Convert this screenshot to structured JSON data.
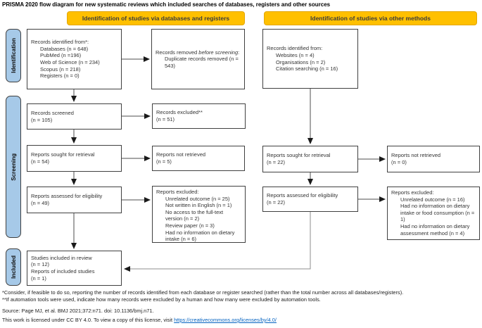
{
  "title": "PRISMA 2020 flow diagram for new systematic reviews which included searches of databases, registers and other sources",
  "headers": [
    {
      "label": "Identification of studies via databases and registers"
    },
    {
      "label": "Identification of studies via other methods"
    }
  ],
  "sidebar": [
    {
      "label": "Identification"
    },
    {
      "label": "Screening"
    },
    {
      "label": "Included"
    }
  ],
  "boxes": {
    "identified_db": {
      "header": "Records identified from*:",
      "items": [
        "Databases (n = 648)",
        "PubMed (n =196)",
        "Web of Science (n = 234)",
        "Scopus (n = 218)",
        "Registers (n = 0)"
      ]
    },
    "removed": {
      "prefix": "Records removed ",
      "italic": "before screening",
      "suffix": ":",
      "item": "Duplicate records removed (n = 543)"
    },
    "identified_other": {
      "header": "Records identified from:",
      "items": [
        "Websites (n = 4)",
        "Organisations (n = 2)",
        "Citation searching (n = 16)"
      ]
    },
    "screened": {
      "line1": "Records screened",
      "line2": "(n = 105)"
    },
    "excluded_records": {
      "line1": "Records excluded**",
      "line2": "(n = 51)"
    },
    "sought_db": {
      "line1": "Reports sought for retrieval",
      "line2": "(n = 54)"
    },
    "not_retrieved_db": {
      "line1": "Reports not retrieved",
      "line2": "(n = 5)"
    },
    "sought_other": {
      "line1": "Reports sought for retrieval",
      "line2": "(n = 22)"
    },
    "not_retrieved_other": {
      "line1": "Reports not retrieved",
      "line2": "(n = 0)"
    },
    "assessed_db": {
      "line1": "Reports assessed for eligibility",
      "line2": "(n = 49)"
    },
    "excluded_reports_db": {
      "header": "Reports excluded:",
      "items": [
        "Unrelated outcome (n = 25)",
        "Not written in English (n = 1)",
        "No access to the full-text version (n = 2)",
        "Review paper (n = 3)",
        "Had no information on dietary intake (n = 6)"
      ]
    },
    "assessed_other": {
      "line1": "Reports assessed for eligibility",
      "line2": "(n = 22)"
    },
    "excluded_reports_other": {
      "header": "Reports excluded:",
      "items": [
        "Unrelated outcome (n = 16)",
        "Had no information on dietary intake or food consumption (n = 1)",
        "Had no information on dietary assessment method (n = 4)"
      ]
    },
    "included": {
      "lines": [
        "Studies included in review",
        "(n = 12)",
        "Reports of included studies",
        "(n = 1)"
      ]
    }
  },
  "footnotes": [
    "*Consider, if feasible to do so, reporting the number of records identified from each database or register searched (rather than the total number across all databases/registers).",
    "**If automation tools were used, indicate how many records were excluded by a human and how many were excluded by automation tools."
  ],
  "source": "Source: Page MJ, et al. BMJ 2021;372:n71. doi: 10.1136/bmj.n71.",
  "license": {
    "prefix": "This work is licensed under CC BY 4.0. To view a copy of this license, visit ",
    "link": "https://creativecommons.org/licenses/by/4.0/"
  },
  "colors": {
    "header_bg": "#FFC000",
    "sidebar_bg": "#A6C9E8",
    "box_border": "#404040",
    "link": "#0563C1"
  }
}
